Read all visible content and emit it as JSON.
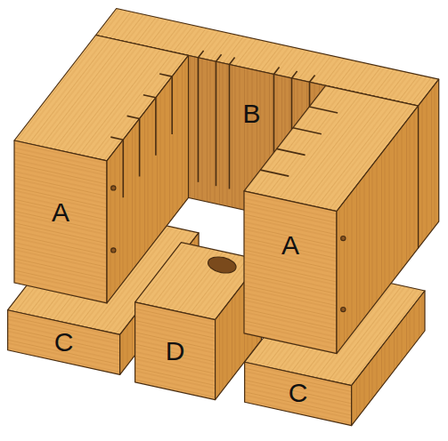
{
  "diagram": {
    "labels": [
      "B",
      "A",
      "A",
      "D",
      "C",
      "C"
    ]
  }
}
